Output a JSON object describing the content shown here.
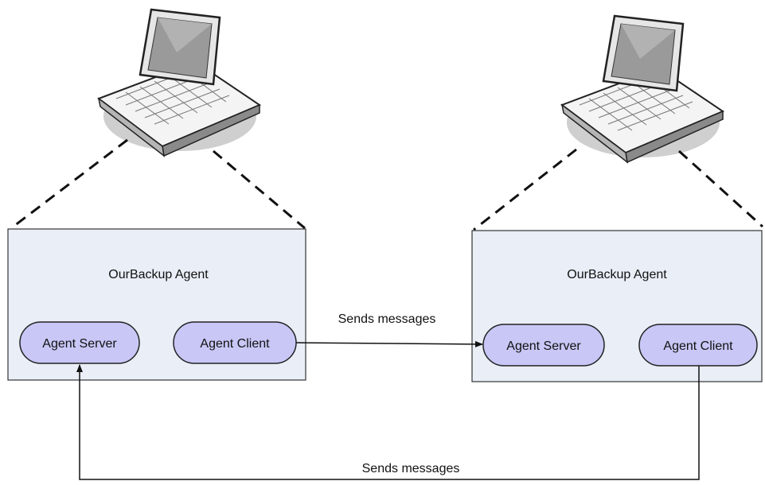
{
  "colors": {
    "box_fill": "#e9eef7",
    "box_stroke": "#333333",
    "pill_fill": "#c8c7f6",
    "pill_stroke": "#222222",
    "line": "#111111",
    "laptop_shadow": "#c9c9c9"
  },
  "agents": [
    {
      "title": "OurBackup Agent",
      "server_label": "Agent Server",
      "client_label": "Agent Client",
      "icon": "laptop-icon"
    },
    {
      "title": "OurBackup Agent",
      "server_label": "Agent Server",
      "client_label": "Agent Client",
      "icon": "laptop-icon"
    }
  ],
  "connections": [
    {
      "label": "Sends messages"
    },
    {
      "label": "Sends messages"
    }
  ]
}
